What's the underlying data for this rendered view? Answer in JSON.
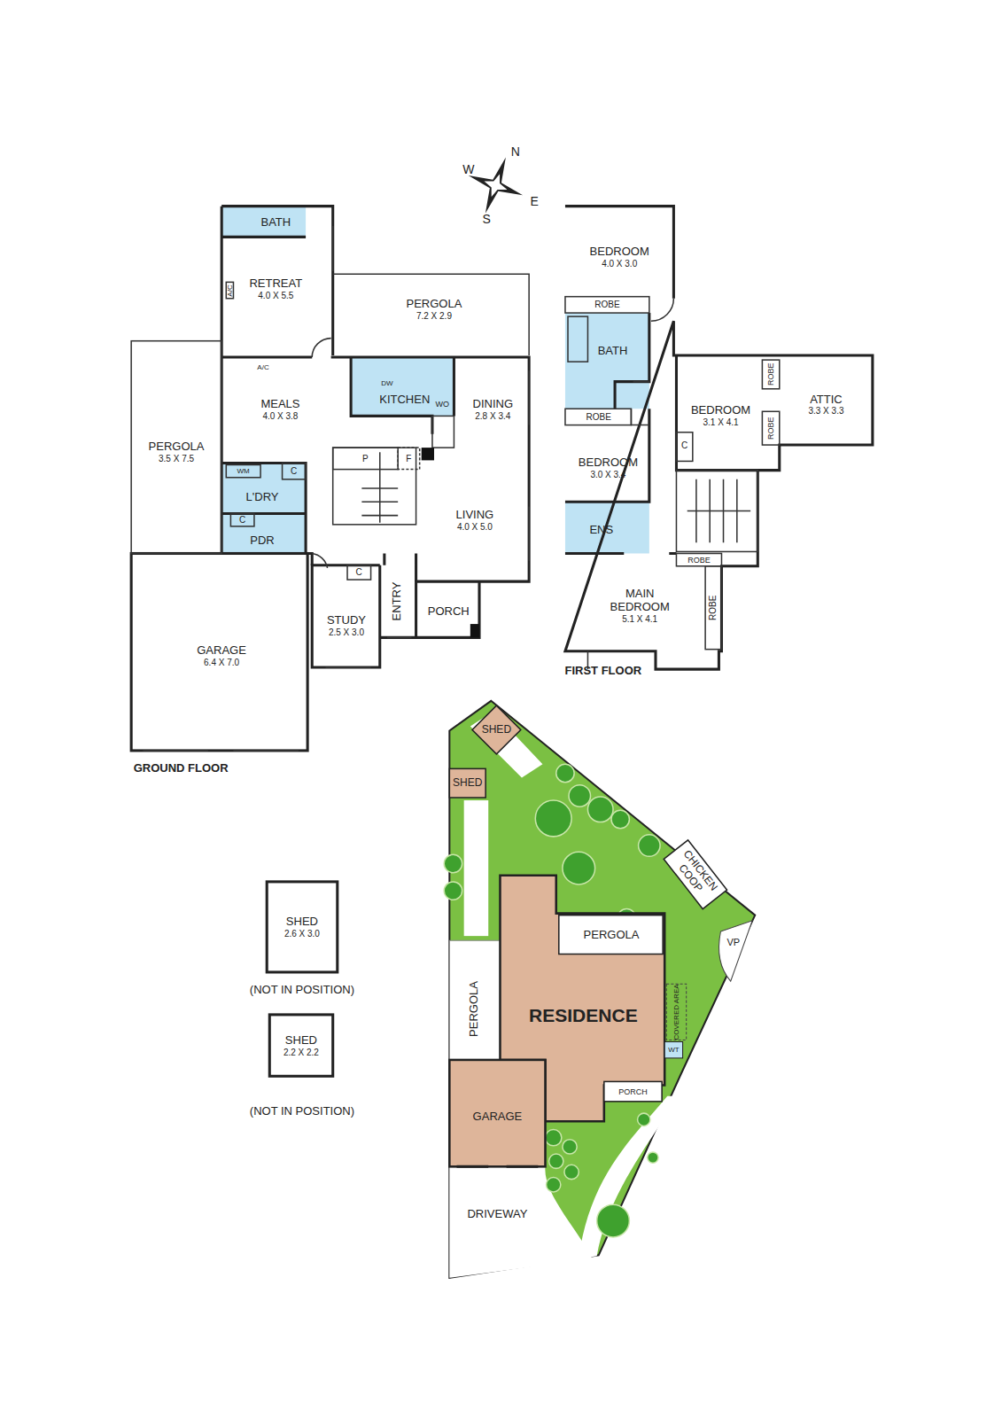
{
  "diagram": {
    "nodes": [
      {
        "text": [
          "BATH"
        ]
      },
      {
        "text": [
          "RETREAT",
          "4.0 X 5.5"
        ]
      },
      {
        "text": [
          "PERGOLA",
          "7.2 X 2.9"
        ]
      },
      {
        "text": [
          "MEALS",
          "4.0 X 3.8"
        ]
      },
      {
        "text": [
          "KITCHEN"
        ]
      },
      {
        "text": [
          "DINING",
          "2.8 X 3.4"
        ]
      },
      {
        "text": [
          "PERGOLA",
          "3.5 X 7.5"
        ]
      },
      {
        "text": [
          "L'DRY"
        ]
      },
      {
        "text": [
          "LIVING",
          "4.0 X 5.0"
        ]
      },
      {
        "text": [
          "PDR"
        ]
      },
      {
        "text": [
          "ENTRY"
        ]
      },
      {
        "text": [
          "PORCH"
        ]
      },
      {
        "text": [
          "STUDY",
          "2.5 X 3.0"
        ]
      },
      {
        "text": [
          "GARAGE",
          "6.4 X 7.0"
        ]
      },
      {
        "text": [
          "BEDROOM",
          "4.0 X 3.0"
        ]
      },
      {
        "text": [
          "ROBE"
        ]
      },
      {
        "text": [
          "BATH"
        ]
      },
      {
        "text": [
          "BEDROOM",
          "3.1 X 4.1"
        ]
      },
      {
        "text": [
          "ATTIC",
          "3.3 X 3.3"
        ]
      },
      {
        "text": [
          "ROBE"
        ]
      },
      {
        "text": [
          "ROBE"
        ]
      },
      {
        "text": [
          "ROBE"
        ]
      },
      {
        "text": [
          "BEDROOM",
          "3.0 X 3.4"
        ]
      },
      {
        "text": [
          "ENS"
        ]
      },
      {
        "text": [
          "ROBE"
        ]
      },
      {
        "text": [
          "ROBE"
        ]
      },
      {
        "text": [
          "MAIN BEDROOM",
          "5.1 X 4.1"
        ]
      },
      {
        "text": [
          "SHED",
          "2.6 X 3.0"
        ]
      },
      {
        "text": [
          "SHED",
          "2.2 X 2.2"
        ]
      },
      {
        "text": [
          "SHED"
        ]
      },
      {
        "text": [
          "SHED"
        ]
      },
      {
        "text": [
          "CHICKEN COOP"
        ]
      },
      {
        "text": [
          "PERGOLA"
        ]
      },
      {
        "text": [
          "RESIDENCE"
        ]
      },
      {
        "text": [
          "PERGOLA"
        ]
      },
      {
        "text": [
          "PORCH"
        ]
      },
      {
        "text": [
          "GARAGE"
        ]
      }
    ],
    "labels": [
      "N",
      "E",
      "S",
      "W",
      "A/C",
      "A/C",
      "DW",
      "WO",
      "P",
      "F",
      "WM",
      "C",
      "C",
      "C",
      "C",
      "GROUND FLOOR",
      "FIRST FLOOR",
      "(NOT IN POSITION)",
      "(NOT IN POSITION)",
      "VP",
      "COVERED AREA",
      "WT",
      "DRIVEWAY"
    ]
  }
}
